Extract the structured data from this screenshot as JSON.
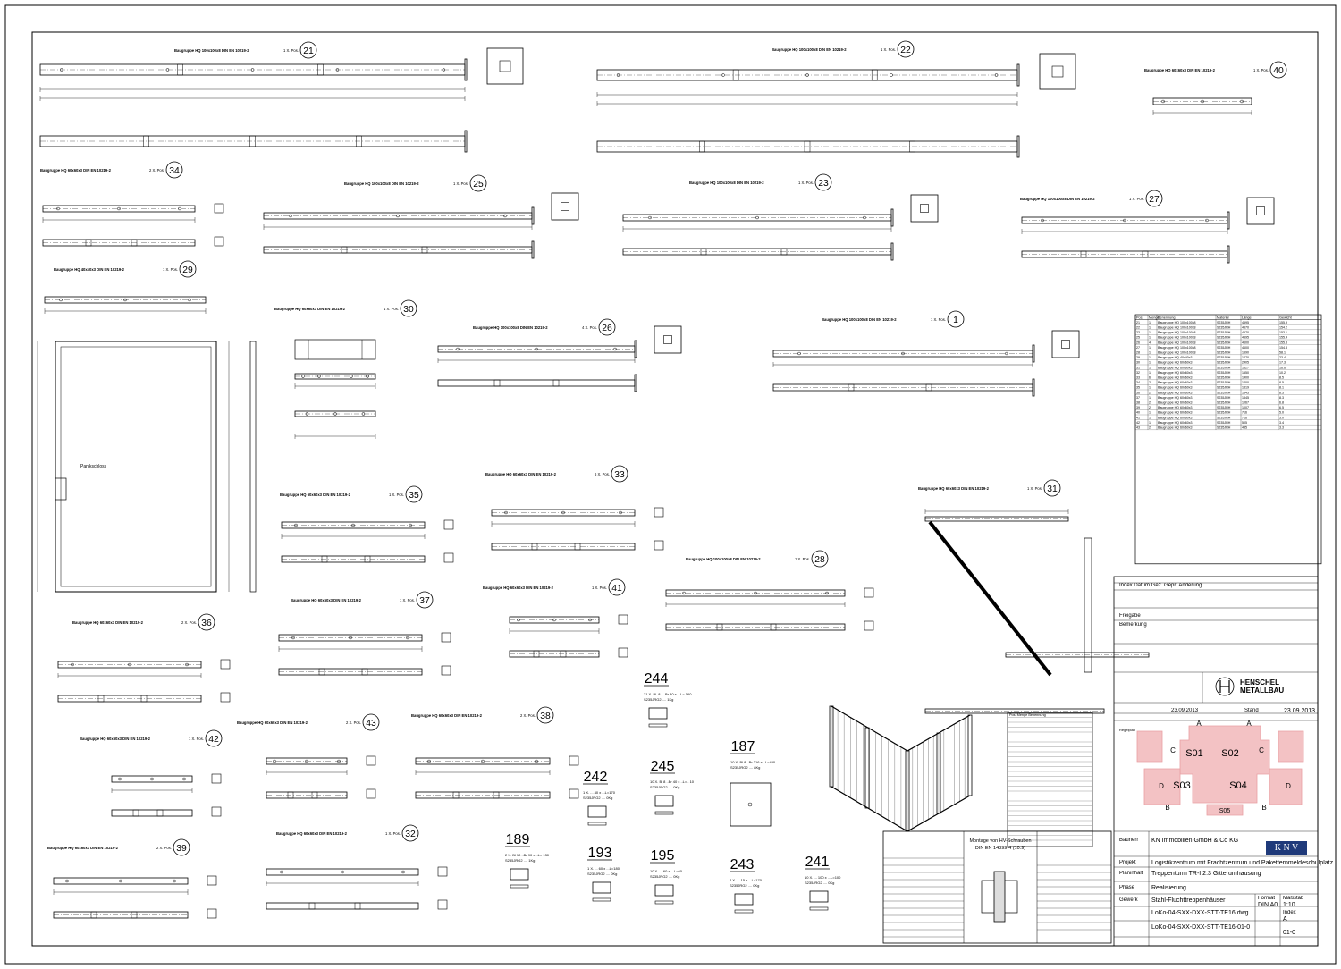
{
  "company": {
    "client_name": "KN Immobilien GmbH & Co KG",
    "project": "Logistikzentrum mit Frachtzentrum und Paketfernmeldeschulplatz",
    "plan_content": "Treppenturm TR-I 2.3 Gitterumhausung",
    "phase": "Realisierung",
    "object": "Stahl-Fluchttreppenhäuser",
    "drawing_no": "LoKo-04-SXX-DXX-STT-TE16.dwg",
    "drawing_no2": "LoKo-04-SXX-DXX-STT-TE16-01-0",
    "format_label": "Format",
    "format": "DIN A0",
    "scale_label": "Maßstab",
    "scale": "1:10",
    "index_label": "Index",
    "index": "A",
    "sheet": "01-0",
    "logo_text": "K N V",
    "maker": "HENSCHEL",
    "maker2": "METALLBAU",
    "date_label": "Stand",
    "date": "23.09.2013",
    "drawn_date": "23.09.2013"
  },
  "groups": [
    {
      "no": "21",
      "title": "Baugruppe HQ 100x100x8 DIN EN 10219-2",
      "qty": "1 X. Pos."
    },
    {
      "no": "22",
      "title": "Baugruppe HQ 100x100x8 DIN EN 10219-2",
      "qty": "1 X. Pos."
    },
    {
      "no": "40",
      "title": "Baugruppe HQ 60x60x3 DIN EN 10219-2",
      "qty": "1 X. Pos."
    },
    {
      "no": "34",
      "title": "Baugruppe HQ 60x60x3 DIN EN 10219-2",
      "qty": "2 X. Pos."
    },
    {
      "no": "25",
      "title": "Baugruppe HQ 100x100x8 DIN EN 10219-2",
      "qty": "1 X. Pos."
    },
    {
      "no": "23",
      "title": "Baugruppe HQ 100x100x8 DIN EN 10219-2",
      "qty": "1 X. Pos."
    },
    {
      "no": "27",
      "title": "Baugruppe HQ 100x100x8 DIN EN 10219-2",
      "qty": "1 X. Pos."
    },
    {
      "no": "29",
      "title": "Baugruppe HQ 40x40x3 DIN EN 10219-2",
      "qty": "1 X. Pos."
    },
    {
      "no": "30",
      "title": "Baugruppe HQ 60x60x3 DIN EN 10219-2",
      "qty": "1 X. Pos."
    },
    {
      "no": "26",
      "title": "Baugruppe HQ 100x100x8 DIN EN 10219-2",
      "qty": "4 X. Pos."
    },
    {
      "no": "1",
      "title": "Baugruppe HQ 100x100x8 DIN EN 10219-2",
      "qty": "1 X. Pos."
    },
    {
      "no": "33",
      "title": "Baugruppe HQ 60x60x3 DIN EN 10219-2",
      "qty": "6 X. Pos."
    },
    {
      "no": "35",
      "title": "Baugruppe HQ 60x60x3 DIN EN 10219-2",
      "qty": "1 X. Pos."
    },
    {
      "no": "31",
      "title": "Baugruppe HQ 60x60x3 DIN EN 10219-2",
      "qty": "1 X. Pos."
    },
    {
      "no": "28",
      "title": "Baugruppe HQ 100x100x8 DIN EN 10219-2",
      "qty": "1 X. Pos."
    },
    {
      "no": "37",
      "title": "Baugruppe HQ 60x60x3 DIN EN 10219-2",
      "qty": "1 X. Pos."
    },
    {
      "no": "41",
      "title": "Baugruppe HQ 60x60x3 DIN EN 10219-2",
      "qty": "1 X. Pos."
    },
    {
      "no": "36",
      "title": "Baugruppe HQ 60x60x3 DIN EN 10219-2",
      "qty": "2 X. Pos."
    },
    {
      "no": "42",
      "title": "Baugruppe HQ 60x60x3 DIN EN 10219-2",
      "qty": "1 X. Pos."
    },
    {
      "no": "43",
      "title": "Baugruppe HQ 60x60x3 DIN EN 10219-2",
      "qty": "2 X. Pos."
    },
    {
      "no": "38",
      "title": "Baugruppe HQ 60x60x3 DIN EN 10219-2",
      "qty": "2 X. Pos."
    },
    {
      "no": "39",
      "title": "Baugruppe HQ 60x60x3 DIN EN 10219-2",
      "qty": "2 X. Pos."
    },
    {
      "no": "32",
      "title": "Baugruppe HQ 60x60x3 DIN EN 10219-2",
      "qty": "1 X. Pos."
    }
  ],
  "details": [
    {
      "no": "244",
      "desc": "21 X. Bl. 8 ... Br 40 x ...L= 160",
      "mat": "S235JRG2 .... 1Kg"
    },
    {
      "no": "242",
      "desc": "1 X. ... 40 x ...L=170",
      "mat": "S235JRG2 .... 0Kg"
    },
    {
      "no": "245",
      "desc": "10 X. Bl 8 ..Br 40 x ..L=.. 10",
      "mat": "S235JRG2 .... 0Kg"
    },
    {
      "no": "187",
      "desc": "10 X. Bl 8 ..Br 316 x ..L=450",
      "mat": "S235JRG2 .... 8Kg"
    },
    {
      "no": "189",
      "desc": "2 X. Bl 10 ..Br 90 x ..L= 130",
      "mat": "S235JRG2 .... 1Kg"
    },
    {
      "no": "193",
      "desc": "1 X. ... 60 x ...L=180",
      "mat": "S235JRG2 .... 0Kg"
    },
    {
      "no": "195",
      "desc": "10 X. ... 60 x ...L=60",
      "mat": "S235JRG2 .... 0Kg"
    },
    {
      "no": "243",
      "desc": "2 X. ... 15 x ...L=170",
      "mat": "S235JRG2 .... 0Kg"
    },
    {
      "no": "241",
      "desc": "10 X. ... 100 x ...L=100",
      "mat": "S235JRG2 .... 0Kg"
    }
  ],
  "labels": {
    "bolt_title": "Montage von HV-Schrauben",
    "bolt_norm": "DIN EN 14399-4 (10.9)",
    "floor_title": "Regelplan",
    "room_s01": "S01",
    "room_s02": "S02",
    "room_s03": "S03",
    "room_s04": "S04",
    "room_s05": "S05",
    "sec_a": "A",
    "sec_b": "B",
    "sec_c": "C",
    "sec_d": "D",
    "pos_hdr": "Pos. Menge Benennung",
    "frei": "Freigabe",
    "bem": "Bemerkung",
    "index_hdr": "Index Datum Gez. Gepr. Änderung"
  },
  "parts_table": {
    "header": [
      "Pos.",
      "Menge",
      "Benennung",
      "Material",
      "Länge",
      "Gewicht"
    ],
    "rows": [
      [
        "21",
        "1",
        "Baugruppe HQ 100x100x8",
        "S235JRH",
        "4595",
        "155.9"
      ],
      [
        "22",
        "1",
        "Baugruppe HQ 100x100x8",
        "S235JRH",
        "4570",
        "154.2"
      ],
      [
        "23",
        "1",
        "Baugruppe HQ 100x100x8",
        "S235JRH",
        "4570",
        "153.1"
      ],
      [
        "25",
        "1",
        "Baugruppe HQ 100x100x8",
        "S235JRH",
        "4595",
        "155.4"
      ],
      [
        "26",
        "4",
        "Baugruppe HQ 100x100x8",
        "S235JRH",
        "4600",
        "155.3"
      ],
      [
        "27",
        "1",
        "Baugruppe HQ 100x100x8",
        "S235JRH",
        "4600",
        "154.8"
      ],
      [
        "28",
        "1",
        "Baugruppe HQ 100x100x8",
        "S235JRH",
        "1590",
        "58.1"
      ],
      [
        "29",
        "1",
        "Baugruppe HQ 40x40x3",
        "S235JRH",
        "1470",
        "23.4"
      ],
      [
        "30",
        "1",
        "Baugruppe HQ 60x60x3",
        "S235JRH",
        "2405",
        "17.3"
      ],
      [
        "31",
        "1",
        "Baugruppe HQ 60x60x3",
        "S235JRH",
        "1327",
        "16.6"
      ],
      [
        "32",
        "1",
        "Baugruppe HQ 60x60x3",
        "S235JRH",
        "1550",
        "10.2"
      ],
      [
        "33",
        "6",
        "Baugruppe HQ 60x60x3",
        "S235JRH",
        "1400",
        "8.5"
      ],
      [
        "34",
        "2",
        "Baugruppe HQ 60x60x3",
        "S235JRH",
        "1400",
        "8.5"
      ],
      [
        "35",
        "1",
        "Baugruppe HQ 60x60x3",
        "S235JRH",
        "1319",
        "8.1"
      ],
      [
        "36",
        "2",
        "Baugruppe HQ 60x60x3",
        "S235JRH",
        "1345",
        "8.3"
      ],
      [
        "37",
        "1",
        "Baugruppe HQ 60x60x3",
        "S235JRH",
        "1345",
        "8.3"
      ],
      [
        "38",
        "2",
        "Baugruppe HQ 60x60x3",
        "S235JRH",
        "1067",
        "6.8"
      ],
      [
        "39",
        "2",
        "Baugruppe HQ 60x60x3",
        "S235JRH",
        "1007",
        "6.5"
      ],
      [
        "40",
        "1",
        "Baugruppe HQ 60x60x3",
        "S235JRH",
        "716",
        "5.0"
      ],
      [
        "41",
        "1",
        "Baugruppe HQ 60x60x3",
        "S235JRH",
        "716",
        "5.0"
      ],
      [
        "42",
        "1",
        "Baugruppe HQ 60x60x3",
        "S235JRH",
        "505",
        "3.4"
      ],
      [
        "43",
        "2",
        "Baugruppe HQ 60x60x3",
        "S235JRH",
        "485",
        "3.3"
      ]
    ]
  }
}
